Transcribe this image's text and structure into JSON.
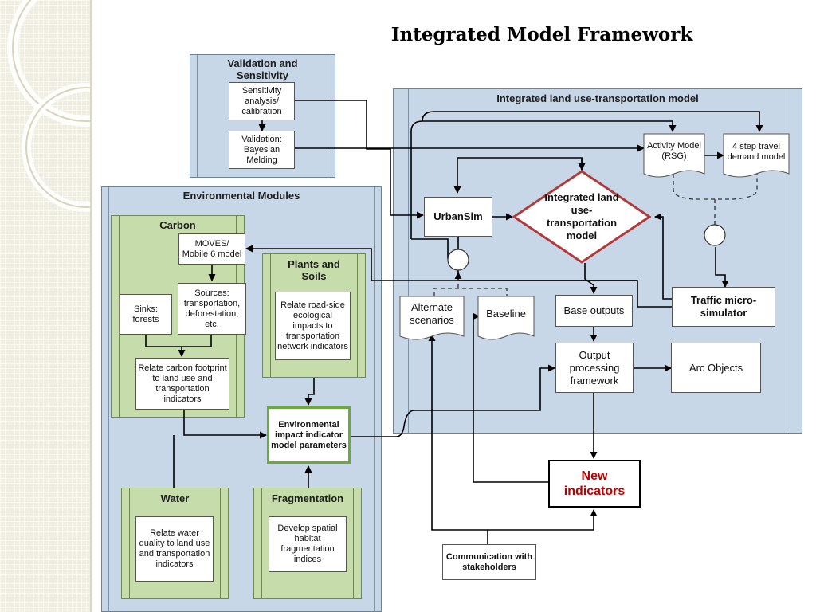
{
  "title": "Integrated Model Framework",
  "panels": {
    "validation": "Validation and Sensitivity",
    "integrated": "Integrated land use-transportation model",
    "environmental": "Environmental Modules"
  },
  "subpanels": {
    "carbon": "Carbon",
    "plants": "Plants and Soils",
    "water": "Water",
    "fragmentation": "Fragmentation"
  },
  "boxes": {
    "sensitivity": "Sensitivity analysis/ calibration",
    "bayesian": "Validation: Bayesian Melding",
    "activity": "Activity Model (RSG)",
    "four_step": "4 step travel demand model",
    "urbansim": "UrbanSim",
    "integrated_model": "Integrated land use-transportation model",
    "traffic": "Traffic micro-simulator",
    "alternate": "Alternate scenarios",
    "baseline": "Baseline",
    "base_outputs": "Base outputs",
    "output_processing": "Output processing framework",
    "arc_objects": "Arc Objects",
    "new_indicators": "New indicators",
    "communication": "Communication with stakeholders",
    "moves": "MOVES/ Mobile 6 model",
    "sources": "Sources: transportation, deforestation, etc.",
    "sinks": "Sinks: forests",
    "relate_carbon": "Relate carbon footprint to land use and transportation indicators",
    "relate_roadside": "Relate road-side ecological impacts to transportation network indicators",
    "env_params": "Environmental impact indicator model parameters",
    "relate_water": "Relate water quality to land use and transportation indicators",
    "habitat": "Develop spatial habitat fragmentation indices"
  },
  "colors": {
    "panel_blue": "#c8d7e7",
    "panel_green": "#c6dcaa",
    "diamond_border": "#b23a3a",
    "new_indicators_text": "#c00000",
    "env_params_border": "#6aaa3a"
  }
}
